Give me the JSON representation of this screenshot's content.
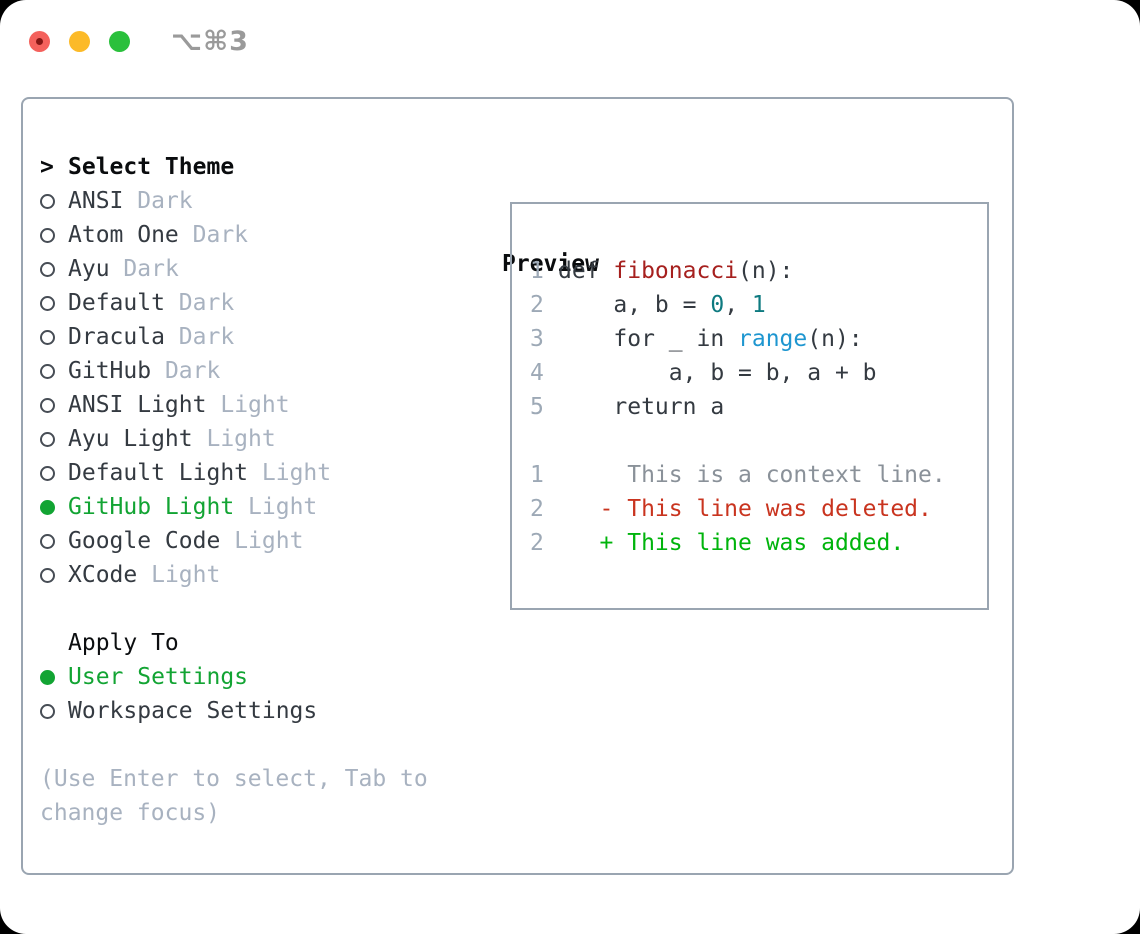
{
  "titlebar": {
    "title": "⌥⌘3",
    "buttons": [
      "close",
      "minimize",
      "zoom"
    ]
  },
  "theme_panel": {
    "prompt": ">",
    "title": "Select Theme",
    "themes": [
      {
        "name": "ANSI",
        "variant": "Dark",
        "selected": false
      },
      {
        "name": "Atom One",
        "variant": "Dark",
        "selected": false
      },
      {
        "name": "Ayu",
        "variant": "Dark",
        "selected": false
      },
      {
        "name": "Default",
        "variant": "Dark",
        "selected": false
      },
      {
        "name": "Dracula",
        "variant": "Dark",
        "selected": false
      },
      {
        "name": "GitHub",
        "variant": "Dark",
        "selected": false
      },
      {
        "name": "ANSI Light",
        "variant": "Light",
        "selected": false
      },
      {
        "name": "Ayu Light",
        "variant": "Light",
        "selected": false
      },
      {
        "name": "Default Light",
        "variant": "Light",
        "selected": false
      },
      {
        "name": "GitHub Light",
        "variant": "Light",
        "selected": true
      },
      {
        "name": "Google Code",
        "variant": "Light",
        "selected": false
      },
      {
        "name": "XCode",
        "variant": "Light",
        "selected": false
      }
    ],
    "apply_to": {
      "title": "Apply To",
      "options": [
        {
          "label": "User Settings",
          "selected": true
        },
        {
          "label": "Workspace Settings",
          "selected": false
        }
      ]
    },
    "hint": "(Use Enter to select, Tab to change focus)"
  },
  "preview": {
    "title": "Preview",
    "code_lines": [
      {
        "num": "1",
        "segments": [
          {
            "text": "def ",
            "style": "default"
          },
          {
            "text": "fibonacci",
            "style": "function"
          },
          {
            "text": "(n):",
            "style": "default"
          }
        ]
      },
      {
        "num": "2",
        "segments": [
          {
            "text": "    a, b = ",
            "style": "default"
          },
          {
            "text": "0",
            "style": "number"
          },
          {
            "text": ", ",
            "style": "default"
          },
          {
            "text": "1",
            "style": "number"
          }
        ]
      },
      {
        "num": "3",
        "segments": [
          {
            "text": "    for _ in ",
            "style": "default"
          },
          {
            "text": "range",
            "style": "builtin"
          },
          {
            "text": "(n):",
            "style": "default"
          }
        ]
      },
      {
        "num": "4",
        "segments": [
          {
            "text": "        a, b = b, a + b",
            "style": "default"
          }
        ]
      },
      {
        "num": "5",
        "segments": [
          {
            "text": "    return a",
            "style": "default"
          }
        ]
      }
    ],
    "diff_lines": [
      {
        "num": "1",
        "text": "     This is a context line.",
        "kind": "context"
      },
      {
        "num": "2",
        "text": "   - This line was deleted.",
        "kind": "deleted"
      },
      {
        "num": "2",
        "text": "   + This line was added.",
        "kind": "added"
      }
    ]
  },
  "colors": {
    "accent_green": "#12a433",
    "added_green": "#00b40c",
    "deleted_red": "#c9341f",
    "function_red": "#a6201e",
    "number_teal": "#0e7a80",
    "builtin_blue": "#1e96d0",
    "muted_gray": "#a8b2c0",
    "text_dark": "#343a41",
    "line_number_gray": "#9da9b6",
    "context_gray": "#8a9199",
    "border_gray": "#9aa5b1",
    "traffic_red": "#f4615c",
    "traffic_red_dot": "#841614",
    "traffic_yellow": "#fcba28",
    "traffic_green": "#2ac03c",
    "title_gray": "#9a9a9a"
  }
}
